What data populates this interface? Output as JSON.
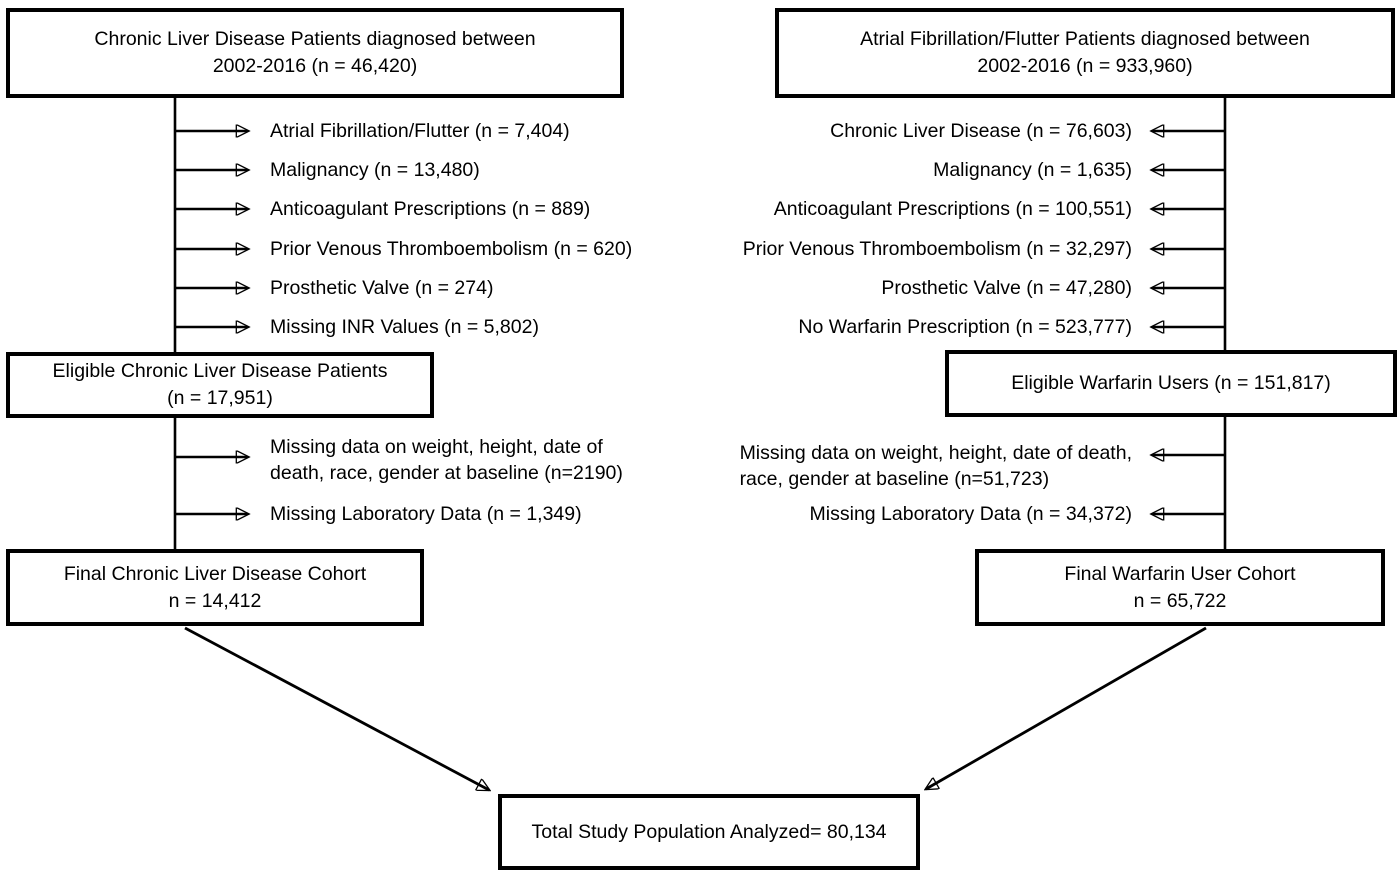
{
  "diagram": {
    "left_column": {
      "top_box": {
        "line1": "Chronic Liver Disease Patients diagnosed between",
        "line2": "2002-2016 (n = 46,420)"
      },
      "exclusions": [
        "Atrial Fibrillation/Flutter (n = 7,404)",
        "Malignancy (n = 13,480)",
        "Anticoagulant Prescriptions (n = 889)",
        "Prior Venous Thromboembolism (n = 620)",
        "Prosthetic Valve (n = 274)",
        "Missing INR Values (n = 5,802)"
      ],
      "eligible_box": {
        "line1": "Eligible Chronic Liver Disease Patients",
        "line2": "(n = 17,951)"
      },
      "exclusions_stage2": {
        "missing_data_line1": "Missing data on weight, height, date of",
        "missing_data_line2": "death, race, gender at baseline (n=2190)",
        "missing_lab": "Missing Laboratory Data (n = 1,349)"
      },
      "final_box": {
        "line1": "Final Chronic Liver Disease Cohort",
        "line2": "n = 14,412"
      }
    },
    "right_column": {
      "top_box": {
        "line1": "Atrial Fibrillation/Flutter Patients diagnosed between",
        "line2": "2002-2016 (n = 933,960)"
      },
      "exclusions": [
        "Chronic Liver Disease (n = 76,603)",
        "Malignancy (n = 1,635)",
        "Anticoagulant Prescriptions (n = 100,551)",
        "Prior Venous Thromboembolism (n = 32,297)",
        "Prosthetic Valve (n = 47,280)",
        "No Warfarin Prescription (n = 523,777)"
      ],
      "eligible_box": {
        "text": "Eligible Warfarin Users (n = 151,817)"
      },
      "exclusions_stage2": {
        "missing_data_line1": "Missing data on weight, height, date of death,",
        "missing_data_line2": "race, gender at baseline (n=51,723)",
        "missing_lab": "Missing Laboratory Data (n = 34,372)"
      },
      "final_box": {
        "line1": "Final Warfarin User Cohort",
        "line2": "n = 65,722"
      }
    },
    "total_box": {
      "text": "Total Study Population Analyzed= 80,134"
    },
    "colors": {
      "line": "#000000",
      "box_border": "#000000",
      "box_fill": "#ffffff",
      "text": "#000000",
      "background": "#ffffff"
    }
  }
}
